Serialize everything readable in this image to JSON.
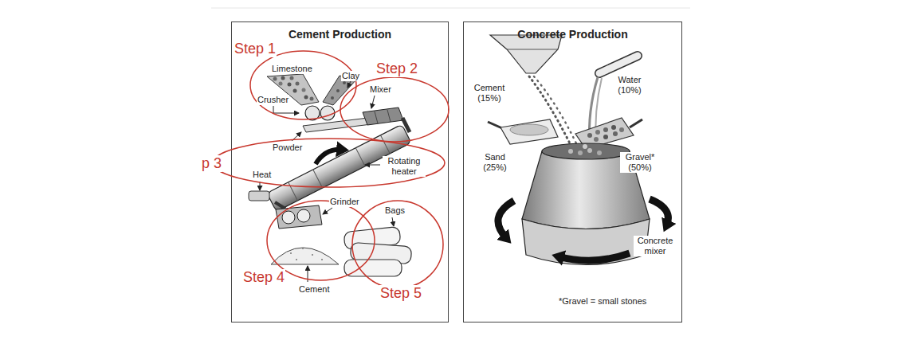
{
  "diagram": {
    "nodes": [
      {
        "text": [
          "Cement Production"
        ]
      },
      {
        "text": [
          "Step 1"
        ],
        "in": 0
      },
      {
        "text": [
          "Step 2"
        ],
        "in": 0
      },
      {
        "text": [
          "p 3"
        ],
        "in": 0
      },
      {
        "text": [
          "Step 4"
        ],
        "in": 0
      },
      {
        "text": [
          "Step 5"
        ],
        "in": 0
      },
      {
        "text": [
          "Concrete Production"
        ]
      }
    ],
    "labels": [
      "Limestone",
      "Clay",
      "Crusher",
      "Mixer",
      "Powder",
      "Rotating heater",
      "Heat",
      "Grinder",
      "Bags",
      "Cement",
      "Cement (15%)",
      "Water (10%)",
      "Sand (25%)",
      "Gravel* (50%)",
      "Concrete mixer",
      "*Gravel = small stones"
    ]
  }
}
